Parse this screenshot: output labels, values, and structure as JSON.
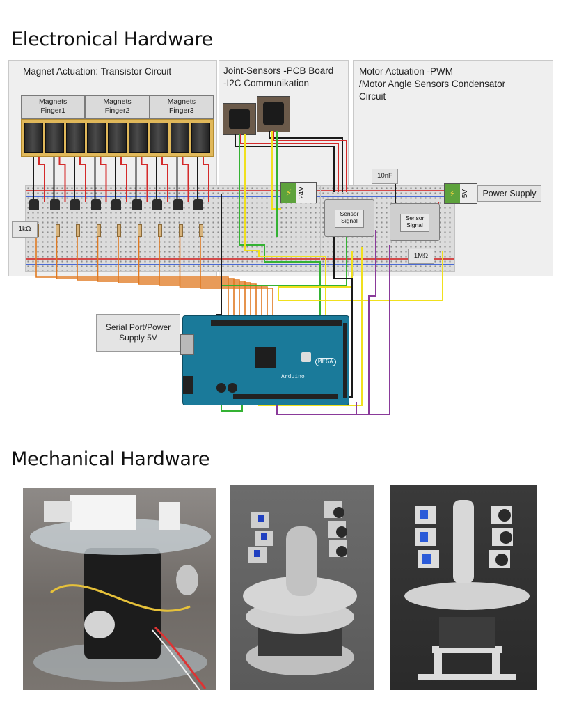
{
  "electronics": {
    "title": "Electronical Hardware",
    "magnet_panel": {
      "title": "Magnet Actuation: Transistor Circuit",
      "fingers": [
        "Magnets\nFinger1",
        "Magnets\nFinger2",
        "Magnets\nFinger3"
      ],
      "resistor_label": "1kΩ"
    },
    "joint_panel": {
      "title": "Joint-Sensors -PCB Board\n-I2C Communikation"
    },
    "motor_panel": {
      "title": "Motor Actuation -PWM\n/Motor Angle  Sensors Condensator\nCircuit",
      "capacitor_label": "10nF",
      "resistor_label": "1MΩ",
      "servo_labels": [
        "Sensor\nSignal",
        "Sensor\nSignal"
      ],
      "supply_label": "Power Supply",
      "supply_voltage": "5V"
    },
    "supply_24v": "24V",
    "serial_port_label": "Serial Port/Power\nSupply 5V",
    "arduino_brand": "Arduino",
    "arduino_model": "MEGA",
    "colors": {
      "wire_orange": "#e07a22",
      "wire_green": "#34b233",
      "wire_yellow": "#f0e01e",
      "wire_purple": "#8a3a9a",
      "wire_red": "#d42a2a",
      "wire_black": "#1a1a1a"
    }
  },
  "mechanics": {
    "title": "Mechanical Hardware",
    "photos": [
      "photo-real-prototype",
      "render-side-view",
      "render-front-view"
    ]
  }
}
